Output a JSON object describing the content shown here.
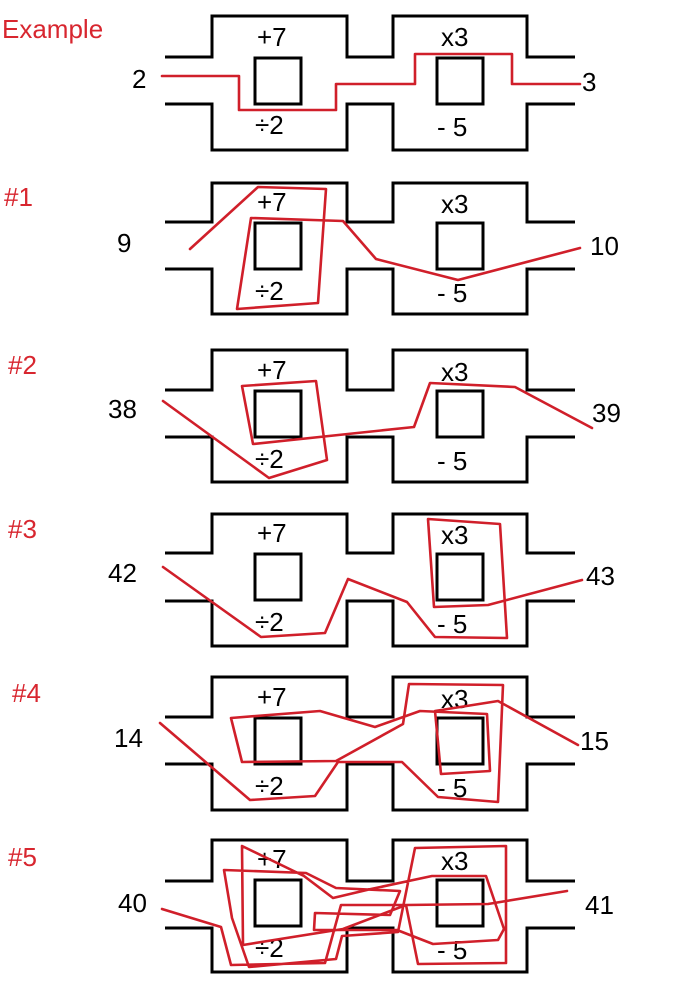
{
  "colors": {
    "label": "#d8262f",
    "path": "#d01f2a",
    "line": "#000000",
    "background": "#ffffff"
  },
  "operations": {
    "top_left": "+7",
    "bottom_left": "÷2",
    "top_right": "x3",
    "bottom_right": "- 5"
  },
  "puzzles": [
    {
      "label": "Example",
      "input": "2",
      "output": "3"
    },
    {
      "label": "#1",
      "input": "9",
      "output": "10"
    },
    {
      "label": "#2",
      "input": "38",
      "output": "39"
    },
    {
      "label": "#3",
      "input": "42",
      "output": "43"
    },
    {
      "label": "#4",
      "input": "14",
      "output": "15"
    },
    {
      "label": "#5",
      "input": "40",
      "output": "41"
    }
  ]
}
